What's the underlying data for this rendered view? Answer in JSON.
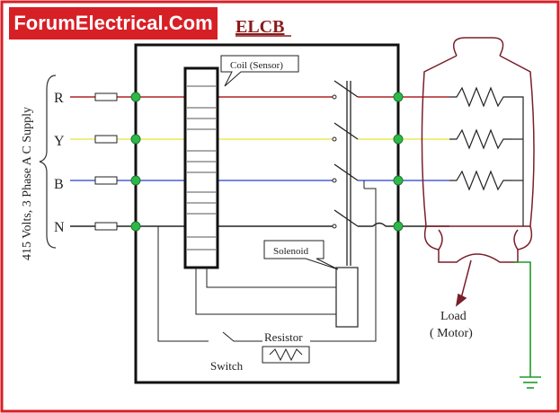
{
  "brand": {
    "logo_text": "ForumElectrical.Com",
    "logo_bg": "#d71f26",
    "logo_fg": "#ffffff"
  },
  "title": "ELCB",
  "supply_label": "415 Volts, 3 Phase A C Supply",
  "phases": [
    {
      "label": "R",
      "color": "#b02020"
    },
    {
      "label": "Y",
      "color": "#e8e85a"
    },
    {
      "label": "B",
      "color": "#4a5ed6"
    },
    {
      "label": "N",
      "color": "#222222"
    }
  ],
  "labels": {
    "coil": "Coil (Sensor)",
    "solenoid": "Solenoid",
    "resistor": "Resistor",
    "switch": "Switch",
    "load_line1": "Load",
    "load_line2": "( Motor)"
  },
  "colors": {
    "border": "#d71f26",
    "node": "#2fb84a",
    "ground": "#1f9a2a",
    "title": "#8b1a1a"
  }
}
